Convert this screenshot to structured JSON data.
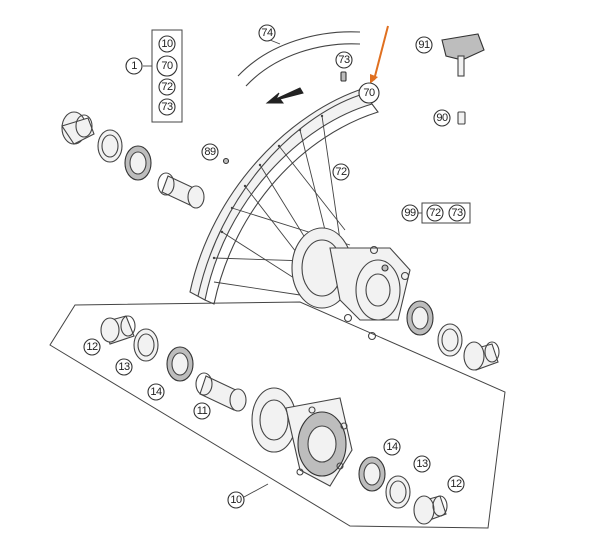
{
  "diagram": {
    "accent_color": "#e07020",
    "group_1": {
      "label": "1",
      "members": [
        "10",
        "70",
        "72",
        "73"
      ],
      "highlighted": "70"
    },
    "group_99": {
      "label": "99",
      "members": [
        "72",
        "73"
      ]
    },
    "callouts": {
      "c74": "74",
      "c73_top": "73",
      "c70_rim": "70",
      "c91": "91",
      "c90": "90",
      "c89": "89",
      "c72_spoke": "72",
      "c12_left": "12",
      "c13_left": "13",
      "c14_left": "14",
      "c11": "11",
      "c14_right": "14",
      "c13_right": "13",
      "c12_right": "12",
      "c10_bottom": "10"
    }
  }
}
